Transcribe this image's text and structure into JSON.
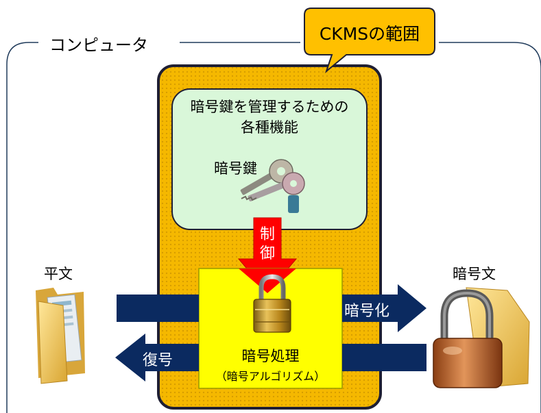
{
  "computer_label": "コンピュータ",
  "ckms_callout": "CKMSの範囲",
  "key_management": {
    "line1": "暗号鍵を管理するための",
    "line2": "各種機能",
    "key_label": "暗号鍵"
  },
  "control_label": {
    "line1": "制",
    "line2": "御"
  },
  "plaintext_label": "平文",
  "ciphertext_label": "暗号文",
  "encrypt_label": "暗号化",
  "decrypt_label": "復号",
  "process": {
    "title": "暗号処理",
    "subtitle": "（暗号アルゴリズム）"
  },
  "colors": {
    "ckms_fill": "#F5B800",
    "ckms_border": "#1F1F33",
    "green_box": "#D9F7D9",
    "process_box": "#FFFF00",
    "arrow_navy": "#0B2A60",
    "control_arrow": "#FF0000",
    "callout_fill": "#FFC000"
  }
}
